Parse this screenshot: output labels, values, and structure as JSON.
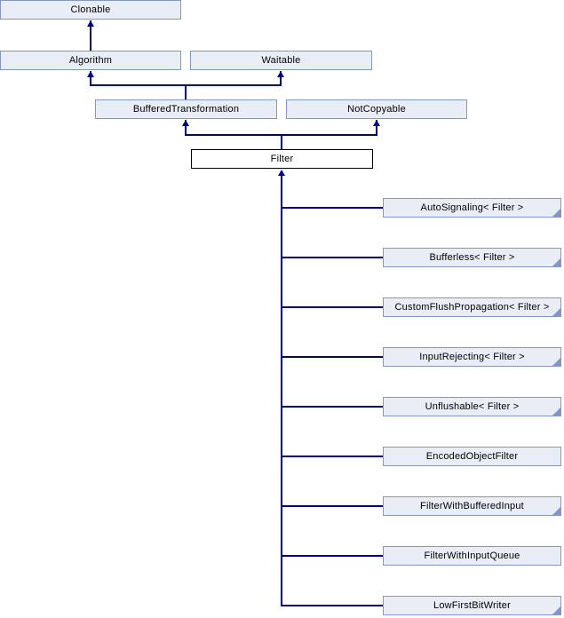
{
  "diagram": {
    "kind": "class-inheritance-diagram",
    "colors": {
      "node_fill": "#e8edf6",
      "node_border": "#8296c8",
      "edge": "#00008b",
      "focus_fill": "#ffffff",
      "focus_border": "#000000",
      "bg": "#ffffff",
      "text": "#000000"
    },
    "nodes": [
      {
        "label": "Clonable",
        "truncated": false,
        "focus": false
      },
      {
        "label": "Algorithm",
        "truncated": false,
        "focus": false
      },
      {
        "label": "Waitable",
        "truncated": false,
        "focus": false
      },
      {
        "label": "BufferedTransformation",
        "truncated": false,
        "focus": false
      },
      {
        "label": "NotCopyable",
        "truncated": false,
        "focus": false
      },
      {
        "label": "Filter",
        "truncated": false,
        "focus": true
      },
      {
        "label": "AutoSignaling< Filter >",
        "truncated": true,
        "focus": false
      },
      {
        "label": "Bufferless< Filter >",
        "truncated": true,
        "focus": false
      },
      {
        "label": "CustomFlushPropagation< Filter >",
        "truncated": true,
        "focus": false
      },
      {
        "label": "InputRejecting< Filter >",
        "truncated": true,
        "focus": false
      },
      {
        "label": "Unflushable< Filter >",
        "truncated": true,
        "focus": false
      },
      {
        "label": "EncodedObjectFilter",
        "truncated": false,
        "focus": false
      },
      {
        "label": "FilterWithBufferedInput",
        "truncated": true,
        "focus": false
      },
      {
        "label": "FilterWithInputQueue",
        "truncated": false,
        "focus": false
      },
      {
        "label": "LowFirstBitWriter",
        "truncated": true,
        "focus": false
      }
    ],
    "relations": [
      {
        "derived": "Algorithm",
        "base": "Clonable"
      },
      {
        "derived": "BufferedTransformation",
        "base": "Algorithm"
      },
      {
        "derived": "BufferedTransformation",
        "base": "Waitable"
      },
      {
        "derived": "Filter",
        "base": "BufferedTransformation"
      },
      {
        "derived": "Filter",
        "base": "NotCopyable"
      },
      {
        "derived": "AutoSignaling< Filter >",
        "base": "Filter"
      },
      {
        "derived": "Bufferless< Filter >",
        "base": "Filter"
      },
      {
        "derived": "CustomFlushPropagation< Filter >",
        "base": "Filter"
      },
      {
        "derived": "InputRejecting< Filter >",
        "base": "Filter"
      },
      {
        "derived": "Unflushable< Filter >",
        "base": "Filter"
      },
      {
        "derived": "EncodedObjectFilter",
        "base": "Filter"
      },
      {
        "derived": "FilterWithBufferedInput",
        "base": "Filter"
      },
      {
        "derived": "FilterWithInputQueue",
        "base": "Filter"
      },
      {
        "derived": "LowFirstBitWriter",
        "base": "Filter"
      }
    ]
  }
}
